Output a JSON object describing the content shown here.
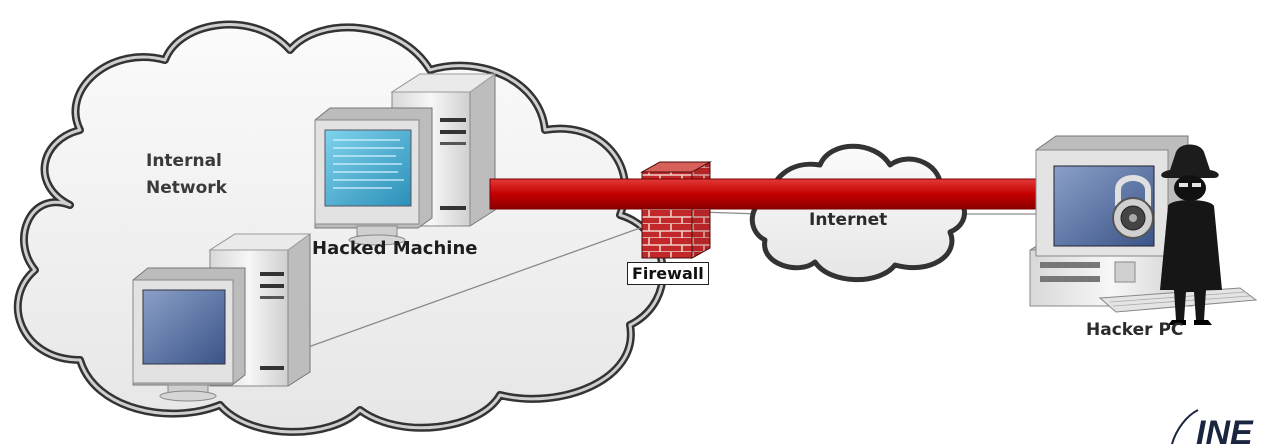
{
  "network": {
    "label_line1": "Internal",
    "label_line2": "Network"
  },
  "hacked_machine": {
    "label": "Hacked Machine"
  },
  "firewall": {
    "label": "Firewall"
  },
  "internet": {
    "label": "Internet"
  },
  "hacker_pc": {
    "label": "Hacker PC"
  },
  "logo": {
    "text": "INE"
  },
  "colors": {
    "arrow": "#c40000",
    "cloud_fill": "#f3f3f3",
    "cloud_stroke": "#3a3a3a",
    "screen_blue": "#4fb6d8",
    "brick": "#c2282a"
  }
}
